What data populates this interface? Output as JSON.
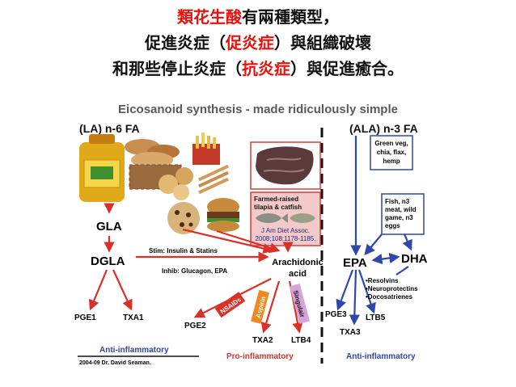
{
  "heading": {
    "line1": {
      "red": "類花生酸",
      "black": "有兩種類型，"
    },
    "line2": {
      "pre": "促進炎症（",
      "red": "促炎症",
      "post": "）與組織破壞"
    },
    "line3": {
      "pre": "和那些停止炎症（",
      "red": "抗炎症",
      "post": "）與促進癒合。"
    }
  },
  "diagram": {
    "title": "Eicosanoid synthesis - made ridiculously simple",
    "left_header": "(LA) n-6 FA",
    "right_header": "(ALA) n-3 FA",
    "green_box": [
      "Green veg,",
      "chia, flax,",
      "hemp"
    ],
    "fish_box": [
      "Fish, n3",
      "meat, wild",
      "game, n3",
      "eggs"
    ],
    "farmed_label": [
      "Farmed-raised",
      "tilapia & catfish"
    ],
    "citation": [
      "J Am Diet Assoc.",
      "2008;108:1178-1185."
    ],
    "nodes": {
      "gla": "GLA",
      "dgla": "DGLA",
      "arachidonic": [
        "Arachidonic",
        "acid"
      ],
      "epa": "EPA",
      "dha": "DHA",
      "pge1": "PGE1",
      "txa1": "TXA1",
      "pge2": "PGE2",
      "txa2": "TXA2",
      "ltb4": "LTB4",
      "pge3": "PGE3",
      "txa3": "TXA3",
      "ltb5": "LTB5"
    },
    "stim": "Stim: Insulin & Statins",
    "inhib": "Inhib: Glucagon, EPA",
    "inhibitors": {
      "nsaids": "NSAIDs",
      "aspirin": "Aspirin",
      "singulair": "Singulair"
    },
    "dha_products": [
      "•Resolvins",
      "•Neuroprotectins",
      "•Docosatrienes"
    ],
    "anti_left": "Anti-inflammatory",
    "pro": "Pro-inflammatory",
    "anti_right": "Anti-inflammatory",
    "copyright": "2004-09 Dr. David Seaman."
  },
  "colors": {
    "red_text": "#e8120c",
    "diagram_red": "#d8312a",
    "blue": "#2f47a8",
    "pink_box_fill": "#f3c9c9",
    "pink_box_stroke": "#d83a3a",
    "nsaid_fill": "#d8312a",
    "aspirin_fill": "#f08a20",
    "singulair_fill": "#d6a3d8"
  }
}
